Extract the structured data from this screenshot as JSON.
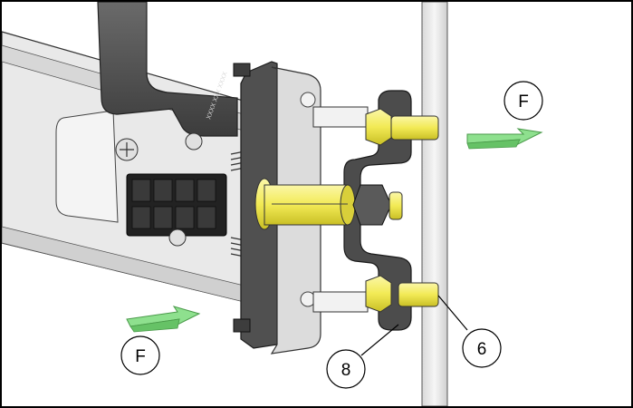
{
  "figure": {
    "callouts": [
      {
        "id": "F-top",
        "label": "F"
      },
      {
        "id": "F-bottom",
        "label": "F"
      },
      {
        "id": "item-8",
        "label": "8"
      },
      {
        "id": "item-6",
        "label": "6"
      }
    ],
    "part_marking": "XXXX XXX XXXX",
    "colors": {
      "frame_border": "#000000",
      "rail_fill": "#e6e6e6",
      "rail_stroke": "#3a3a3a",
      "bracket_dark": "#4a4a4a",
      "bolt_yellow": "#f3ee6a",
      "arrow_green": "#8ee08e",
      "pole_fill": "#ececec"
    }
  }
}
